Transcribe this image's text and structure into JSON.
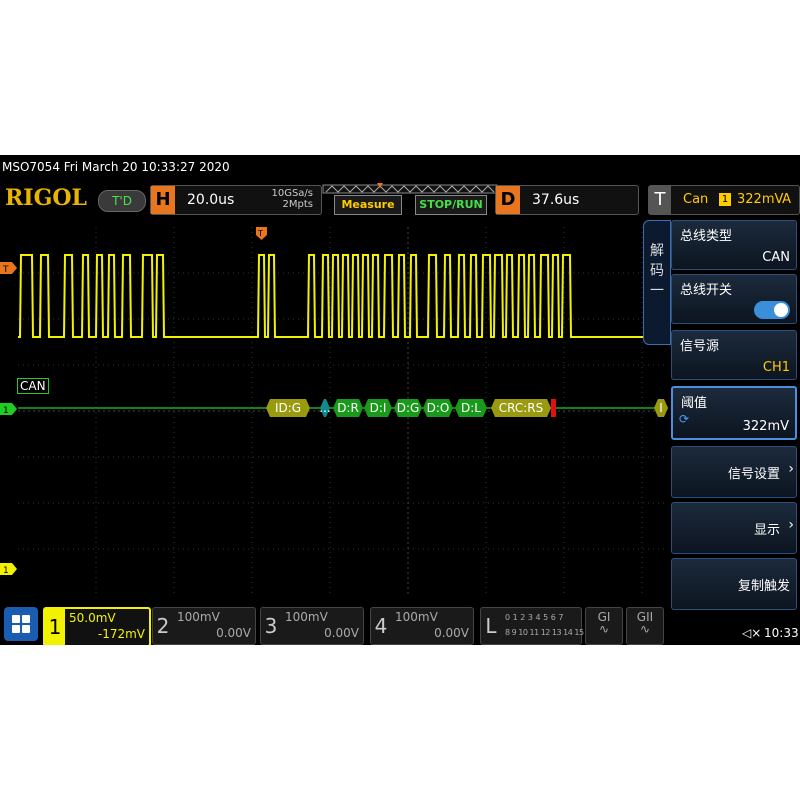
{
  "header": {
    "title": "MSO7054  Fri March 20 10:33:27 2020",
    "logo": "RIGOL",
    "trigger_status": "T'D",
    "horizontal": {
      "letter": "H",
      "timebase": "20.0us",
      "sample_rate": "10GSa/s",
      "memory": "2Mpts"
    },
    "measure_label": "Measure",
    "stop_run_label": "STOP/RUN",
    "delay": {
      "letter": "D",
      "value": "37.6us"
    },
    "trigger": {
      "letter": "T",
      "type": "Can",
      "source": "1",
      "level": "322mV",
      "mode": "A"
    }
  },
  "waveform": {
    "ch1_marker": "T",
    "bus_label": "CAN",
    "ch_marker_1": "1",
    "ch_marker_2": "1",
    "decode_frames": [
      "ID:G",
      "...",
      "D:R",
      "D:I",
      "D:G",
      "D:O",
      "D:L",
      "CRC:RS",
      "I"
    ]
  },
  "side_menu": {
    "tab_label": "解码一",
    "items": [
      {
        "label": "总线类型",
        "value": "CAN"
      },
      {
        "label": "总线开关",
        "value": ""
      },
      {
        "label": "信号源",
        "value": "CH1"
      },
      {
        "label": "阈值",
        "value": "322mV"
      },
      {
        "label": "信号设置",
        "value": ""
      },
      {
        "label": "显示",
        "value": ""
      },
      {
        "label": "复制触发",
        "value": ""
      }
    ]
  },
  "bottom_bar": {
    "ch1": {
      "num": "1",
      "scale": "50.0mV",
      "offset": "-172mV"
    },
    "ch2": {
      "num": "2",
      "scale": "100mV",
      "offset": "0.00V"
    },
    "ch3": {
      "num": "3",
      "scale": "100mV",
      "offset": "0.00V"
    },
    "ch4": {
      "num": "4",
      "scale": "100mV",
      "offset": "0.00V"
    },
    "la": {
      "letter": "L",
      "row1": "0 1 2 3 4 5 6 7",
      "row2": "8 9 10 11 12 13 14 15"
    },
    "g1": "GI",
    "g2": "GII",
    "time": "10:33"
  },
  "colors": {
    "ch1": "#f2f200",
    "bus": "#22cc22",
    "accent": "#e8761e",
    "menu_blue": "#2b4f7c"
  }
}
